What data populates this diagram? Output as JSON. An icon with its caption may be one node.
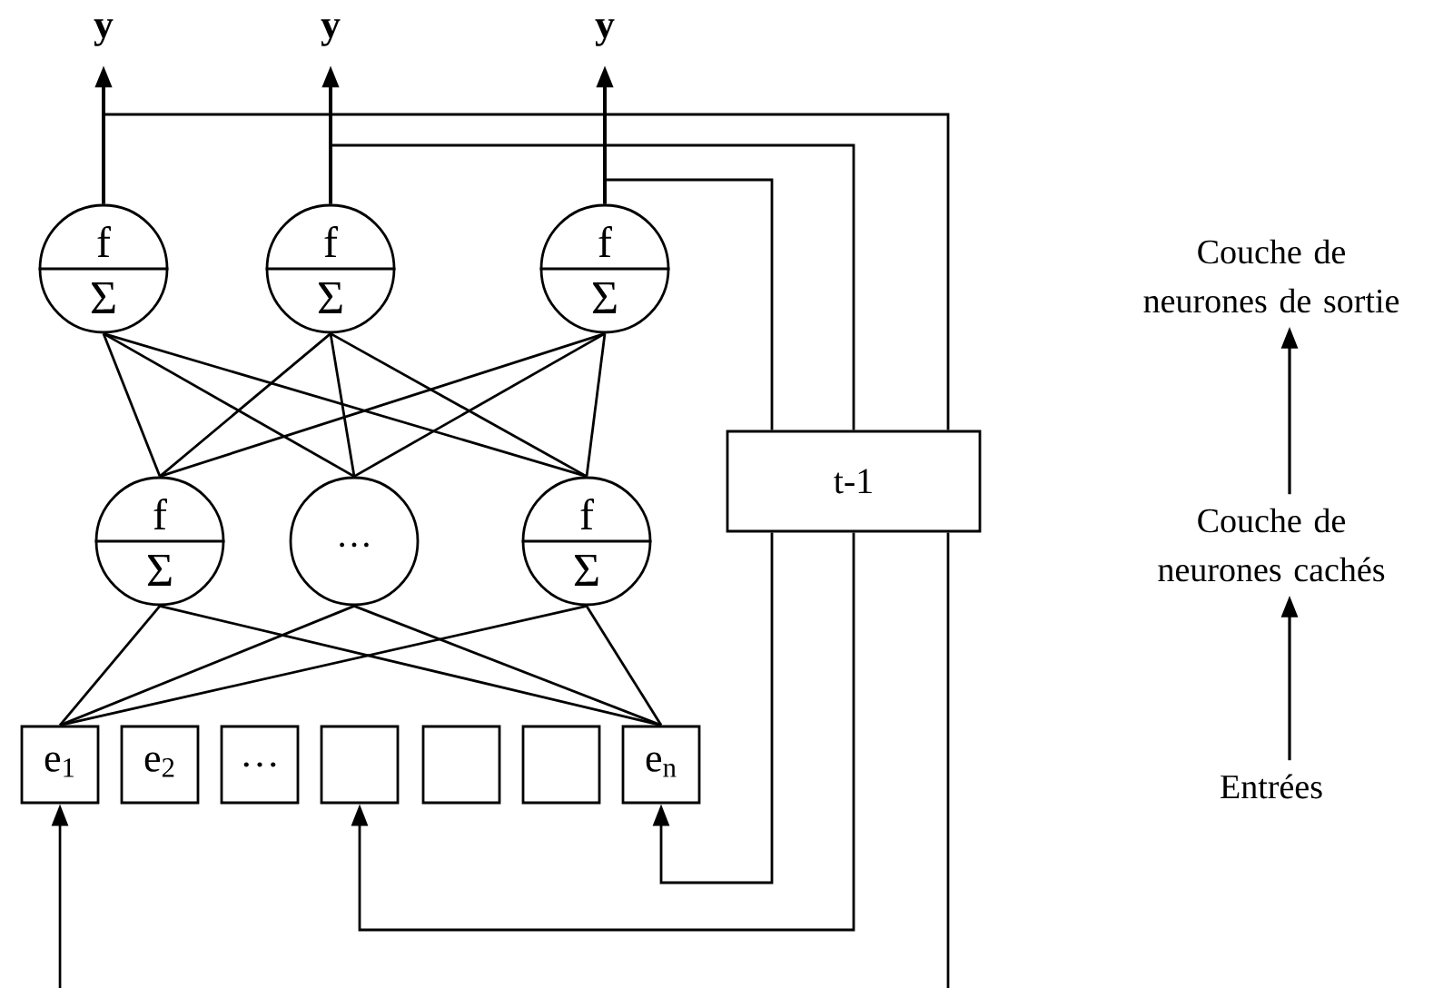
{
  "diagram": {
    "nodes": [
      {
        "text": [
          "y"
        ]
      },
      {
        "text": [
          "y"
        ]
      },
      {
        "text": [
          "y"
        ]
      },
      {
        "text": [
          "f",
          "Σ"
        ]
      },
      {
        "text": [
          "f",
          "Σ"
        ]
      },
      {
        "text": [
          "f",
          "Σ"
        ]
      },
      {
        "text": [
          "f",
          "Σ"
        ]
      },
      {
        "text": [
          "…"
        ]
      },
      {
        "text": [
          "f",
          "Σ"
        ]
      },
      {
        "text": [
          "e$_{1}$"
        ]
      },
      {
        "text": [
          "e$_{2}$"
        ]
      },
      {
        "text": [
          "…"
        ]
      },
      {
        "text": [],
        "shape": "box"
      },
      {
        "text": [],
        "shape": "box"
      },
      {
        "text": [],
        "shape": "box"
      },
      {
        "text": [
          "e$_{n}$"
        ]
      },
      {
        "text": [
          "t-1"
        ]
      },
      {
        "text": [
          "Couche de neurones de sortie"
        ]
      },
      {
        "text": [
          "Couche de neurones cachés"
        ]
      },
      {
        "text": [
          "Entrées"
        ]
      }
    ],
    "edges": [
      {
        "from": 3,
        "to": 0,
        "arrow": "to"
      },
      {
        "from": 4,
        "to": 1,
        "arrow": "to"
      },
      {
        "from": 5,
        "to": 2,
        "arrow": "to"
      },
      {
        "from": 3,
        "to": 6,
        "arrow": "none"
      },
      {
        "from": 3,
        "to": 7,
        "arrow": "none"
      },
      {
        "from": 3,
        "to": 8,
        "arrow": "none"
      },
      {
        "from": 4,
        "to": 6,
        "arrow": "none"
      },
      {
        "from": 4,
        "to": 7,
        "arrow": "none"
      },
      {
        "from": 4,
        "to": 8,
        "arrow": "none"
      },
      {
        "from": 5,
        "to": 6,
        "arrow": "none"
      },
      {
        "from": 5,
        "to": 7,
        "arrow": "none"
      },
      {
        "from": 5,
        "to": 8,
        "arrow": "none"
      },
      {
        "from": 6,
        "to": 9,
        "arrow": "none"
      },
      {
        "from": 6,
        "to": 15,
        "arrow": "none"
      },
      {
        "from": 7,
        "to": 9,
        "arrow": "none"
      },
      {
        "from": 7,
        "to": 15,
        "arrow": "none"
      },
      {
        "from": 8,
        "to": 9,
        "arrow": "none"
      },
      {
        "from": 8,
        "to": 15,
        "arrow": "none"
      },
      {
        "from": 3,
        "to": 16,
        "arrow": "none"
      },
      {
        "from": 4,
        "to": 16,
        "arrow": "none"
      },
      {
        "from": 5,
        "to": 16,
        "arrow": "none"
      },
      {
        "from": 16,
        "to": 15,
        "arrow": "to"
      },
      {
        "from": 16,
        "to": 12,
        "arrow": "to"
      },
      {
        "from": 16,
        "to": null,
        "arrow": "none"
      },
      {
        "from": null,
        "to": 9,
        "arrow": "to"
      },
      {
        "from": 19,
        "to": 18,
        "arrow": "to"
      },
      {
        "from": 18,
        "to": 17,
        "arrow": "to"
      }
    ]
  }
}
